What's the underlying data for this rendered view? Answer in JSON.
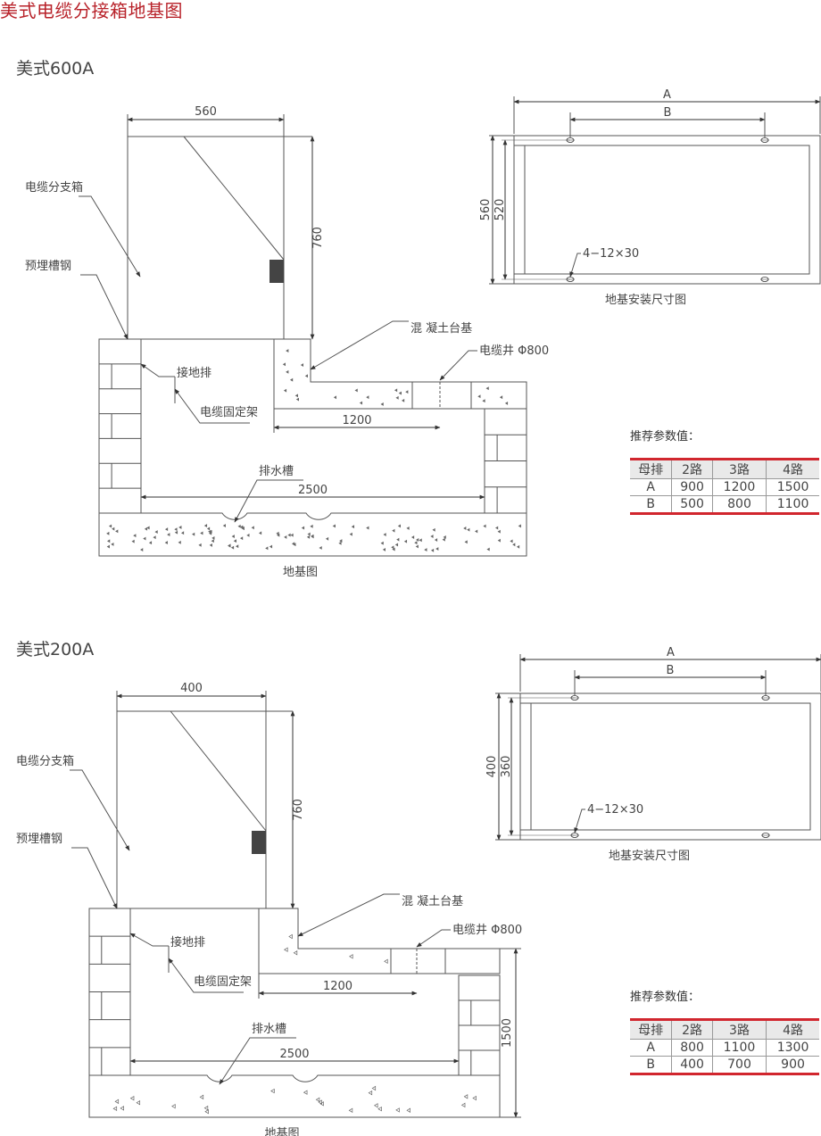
{
  "page_title": "美式电缆分接箱地基图",
  "colors": {
    "title": "#b8222a",
    "table_rule": "#d1262e",
    "line": "#555555",
    "terminal": "#444444"
  },
  "sections": [
    {
      "title": "美式600A",
      "side_view": {
        "box_width_label": "560",
        "box_height_label": "760",
        "label_box": "电缆分支箱",
        "label_channel_steel": "预埋槽钢",
        "label_ground_bar": "接地排",
        "label_cable_bracket": "电缆固定架",
        "label_concrete_base": "混 凝土台基",
        "label_cable_well": "电缆井 Φ800",
        "dim_1200": "1200",
        "label_drain": "排水槽",
        "dim_2500": "2500",
        "dim_depth": "",
        "caption": "地基图"
      },
      "plan_view": {
        "dim_A": "A",
        "dim_B": "B",
        "dim_outer": "560",
        "dim_inner": "520",
        "hole_spec": "4−12×30",
        "caption": "地基安装尺寸图"
      },
      "params": {
        "title": "推荐参数值：",
        "headers": [
          "母排",
          "2路",
          "3路",
          "4路"
        ],
        "rows": [
          [
            "A",
            "900",
            "1200",
            "1500"
          ],
          [
            "B",
            "500",
            "800",
            "1100"
          ]
        ]
      }
    },
    {
      "title": "美式200A",
      "side_view": {
        "box_width_label": "400",
        "box_height_label": "760",
        "label_box": "电缆分支箱",
        "label_channel_steel": "预埋槽钢",
        "label_ground_bar": "接地排",
        "label_cable_bracket": "电缆固定架",
        "label_concrete_base": "混 凝土台基",
        "label_cable_well": "电缆井 Φ800",
        "dim_1200": "1200",
        "label_drain": "排水槽",
        "dim_2500": "2500",
        "dim_depth": "1500",
        "caption": "地基图"
      },
      "plan_view": {
        "dim_A": "A",
        "dim_B": "B",
        "dim_outer": "400",
        "dim_inner": "360",
        "hole_spec": "4−12×30",
        "caption": "地基安装尺寸图"
      },
      "params": {
        "title": "推荐参数值：",
        "headers": [
          "母排",
          "2路",
          "3路",
          "4路"
        ],
        "rows": [
          [
            "A",
            "800",
            "1100",
            "1300"
          ],
          [
            "B",
            "400",
            "700",
            "900"
          ]
        ]
      }
    }
  ]
}
